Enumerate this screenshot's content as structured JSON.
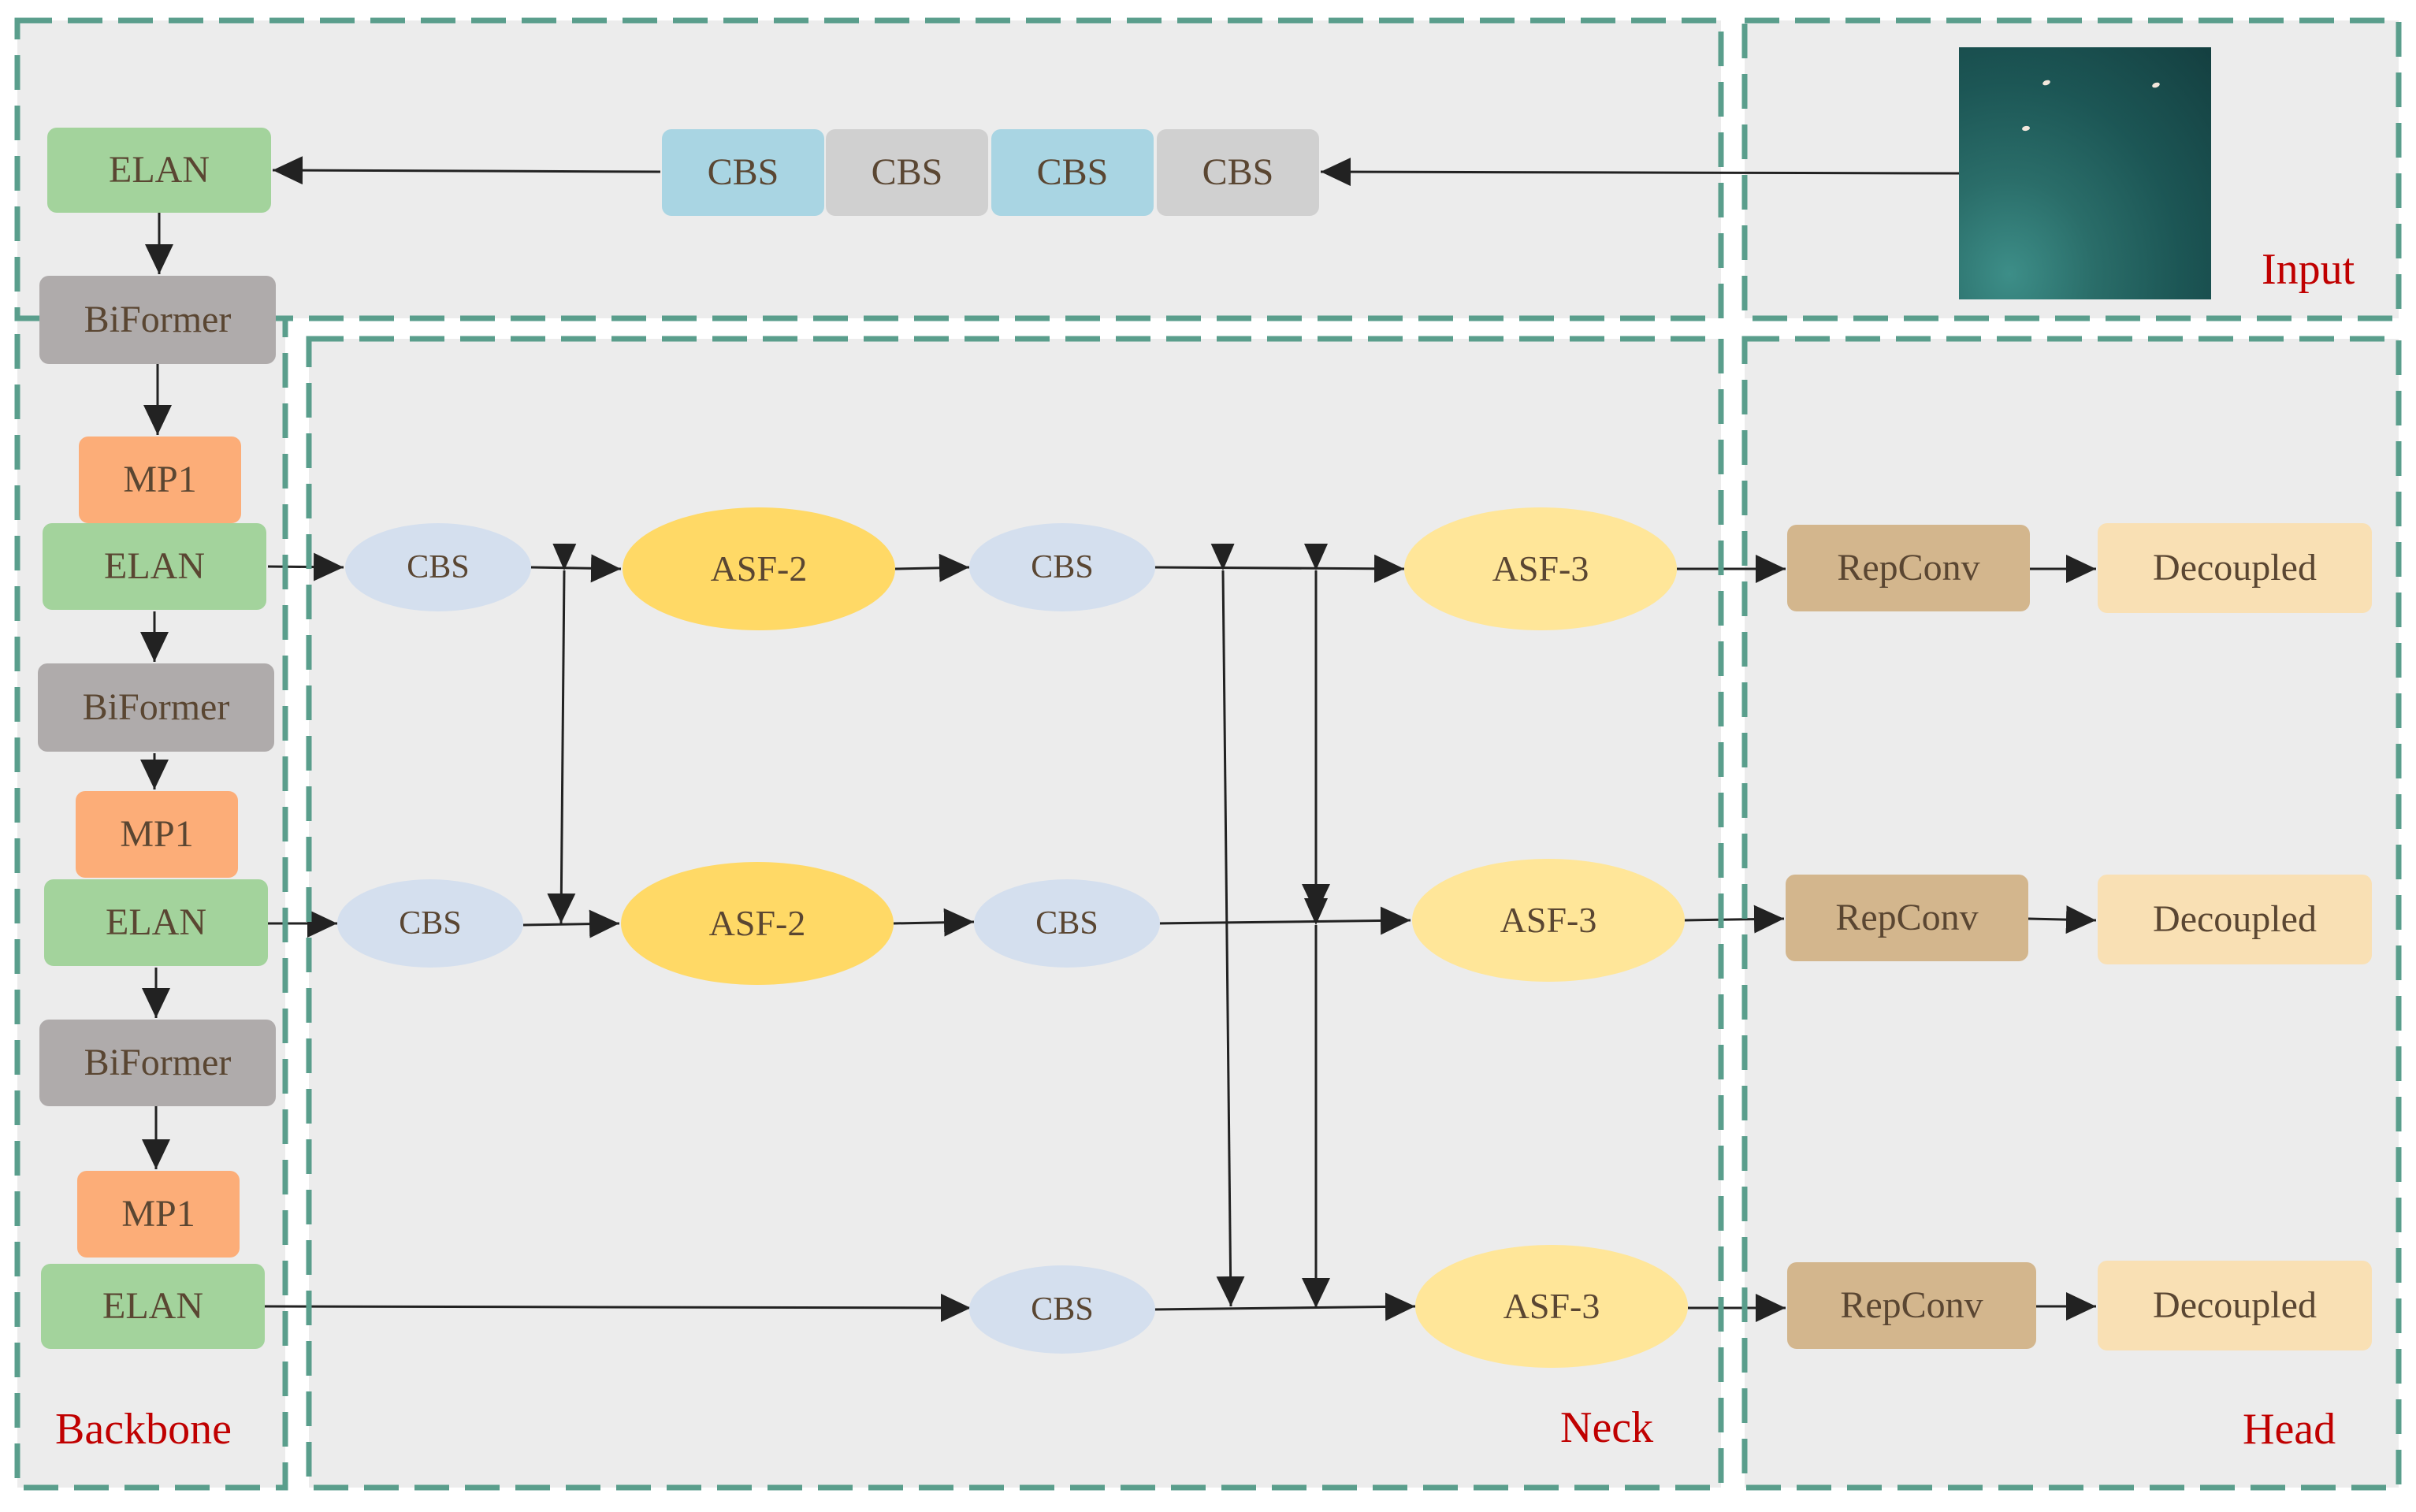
{
  "colors": {
    "panel_background": "#ececec",
    "dashed_border": "#5a9e8c",
    "region_label": "#c00000",
    "arrow": "#222222",
    "elan": "#a3d39c",
    "biformer": "#afabab",
    "mp1": "#fcad78",
    "cbs_blue": "#a9d5e3",
    "cbs_gray": "#d0d0d0",
    "cbs_ellipse": "#d4dfee",
    "asf_2": "#ffd966",
    "asf_3": "#ffe699",
    "repconv": "#d3b68d",
    "decoupled": "#f9e0b4"
  },
  "regions": {
    "input": "Input",
    "backbone": "Backbone",
    "neck": "Neck",
    "head": "Head"
  },
  "stem": [
    "CBS",
    "CBS",
    "CBS",
    "CBS"
  ],
  "backbone": {
    "elan": [
      "ELAN",
      "ELAN",
      "ELAN",
      "ELAN"
    ],
    "biformer": [
      "BiFormer",
      "BiFormer",
      "BiFormer"
    ],
    "mp1": [
      "MP1",
      "MP1",
      "MP1"
    ]
  },
  "neck": {
    "cbs_in": [
      "CBS",
      "CBS"
    ],
    "asf2": [
      "ASF-2",
      "ASF-2"
    ],
    "cbs_mid": [
      "CBS",
      "CBS",
      "CBS"
    ],
    "asf3": [
      "ASF-3",
      "ASF-3",
      "ASF-3"
    ]
  },
  "head": {
    "repconv": [
      "RepConv",
      "RepConv",
      "RepConv"
    ],
    "decoupled": [
      "Decoupled",
      "Decoupled",
      "Decoupled"
    ]
  }
}
